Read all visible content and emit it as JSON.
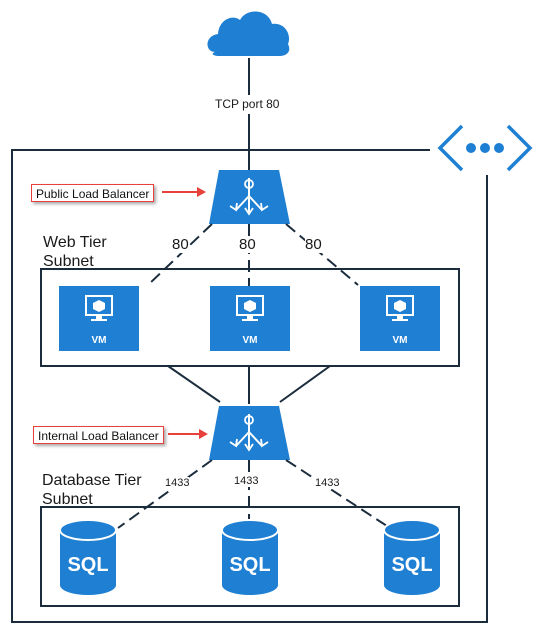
{
  "diagram": {
    "internet_label": "TCP port 80",
    "public_lb_label": "Public Load Balancer",
    "internal_lb_label": "Internal Load Balancer",
    "web_tier_label_line1": "Web Tier",
    "web_tier_label_line2": "Subnet",
    "db_tier_label_line1": "Database Tier",
    "db_tier_label_line2": "Subnet",
    "web_ports": [
      "80",
      "80",
      "80"
    ],
    "db_ports": [
      "1433",
      "1433",
      "1433"
    ],
    "vms": [
      {
        "label": "VM"
      },
      {
        "label": "VM"
      },
      {
        "label": "VM"
      }
    ],
    "databases": [
      {
        "label": "SQL"
      },
      {
        "label": "SQL"
      },
      {
        "label": "SQL"
      }
    ]
  },
  "colors": {
    "azure_blue": "#1e7fd3",
    "line": "#1b2d3d",
    "callout_border": "#e8403a"
  },
  "icons": [
    "cloud-icon",
    "virtual-network-icon",
    "load-balancer-icon",
    "vm-icon",
    "sql-database-icon"
  ]
}
